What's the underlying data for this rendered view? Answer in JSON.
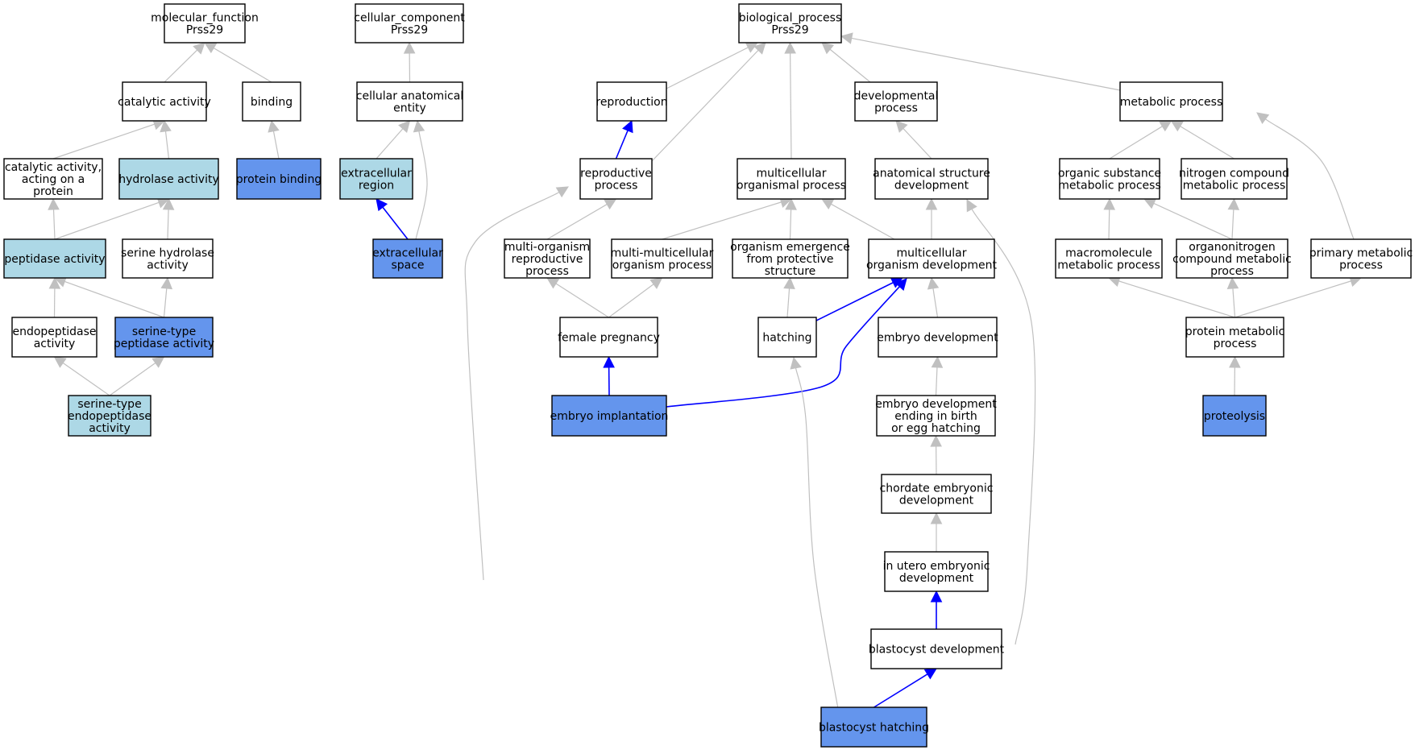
{
  "colors": {
    "plain": "#ffffff",
    "light": "#add8e6",
    "dark": "#6495ed",
    "edge_gray": "#c0c0c0",
    "edge_blue": "#0000ff"
  },
  "nodes": [
    {
      "id": "mf",
      "lines": [
        "molecular_function",
        "Prss29"
      ],
      "fill": "plain"
    },
    {
      "id": "cat",
      "lines": [
        "catalytic activity"
      ],
      "fill": "plain"
    },
    {
      "id": "bind",
      "lines": [
        "binding"
      ],
      "fill": "plain"
    },
    {
      "id": "catp",
      "lines": [
        "catalytic activity,",
        "acting on a",
        "protein"
      ],
      "fill": "plain"
    },
    {
      "id": "hyd",
      "lines": [
        "hydrolase activity"
      ],
      "fill": "light"
    },
    {
      "id": "pbind",
      "lines": [
        "protein binding"
      ],
      "fill": "dark"
    },
    {
      "id": "pept",
      "lines": [
        "peptidase activity"
      ],
      "fill": "light"
    },
    {
      "id": "serh",
      "lines": [
        "serine hydrolase",
        "activity"
      ],
      "fill": "plain"
    },
    {
      "id": "endo",
      "lines": [
        "endopeptidase",
        "activity"
      ],
      "fill": "plain"
    },
    {
      "id": "serp",
      "lines": [
        "serine-type",
        "peptidase activity"
      ],
      "fill": "dark"
    },
    {
      "id": "sere",
      "lines": [
        "serine-type",
        "endopeptidase",
        "activity"
      ],
      "fill": "light"
    },
    {
      "id": "cc",
      "lines": [
        "cellular_component",
        "Prss29"
      ],
      "fill": "plain"
    },
    {
      "id": "cae",
      "lines": [
        "cellular anatomical",
        "entity"
      ],
      "fill": "plain"
    },
    {
      "id": "exr",
      "lines": [
        "extracellular",
        "region"
      ],
      "fill": "light"
    },
    {
      "id": "exs",
      "lines": [
        "extracellular",
        "space"
      ],
      "fill": "dark"
    },
    {
      "id": "bp",
      "lines": [
        "biological_process",
        "Prss29"
      ],
      "fill": "plain"
    },
    {
      "id": "repro",
      "lines": [
        "reproduction"
      ],
      "fill": "plain"
    },
    {
      "id": "devp",
      "lines": [
        "developmental",
        "process"
      ],
      "fill": "plain"
    },
    {
      "id": "met",
      "lines": [
        "metabolic process"
      ],
      "fill": "plain"
    },
    {
      "id": "reprop",
      "lines": [
        "reproductive",
        "process"
      ],
      "fill": "plain"
    },
    {
      "id": "mop",
      "lines": [
        "multicellular",
        "organismal process"
      ],
      "fill": "plain"
    },
    {
      "id": "asd",
      "lines": [
        "anatomical structure",
        "development"
      ],
      "fill": "plain"
    },
    {
      "id": "osmp",
      "lines": [
        "organic substance",
        "metabolic process"
      ],
      "fill": "plain"
    },
    {
      "id": "ncmp",
      "lines": [
        "nitrogen compound",
        "metabolic process"
      ],
      "fill": "plain"
    },
    {
      "id": "morp",
      "lines": [
        "multi-organism",
        "reproductive",
        "process"
      ],
      "fill": "plain"
    },
    {
      "id": "mmop",
      "lines": [
        "multi-multicellular",
        "organism process"
      ],
      "fill": "plain"
    },
    {
      "id": "oe",
      "lines": [
        "organism emergence",
        "from protective",
        "structure"
      ],
      "fill": "plain"
    },
    {
      "id": "mod",
      "lines": [
        "multicellular",
        "organism development"
      ],
      "fill": "plain"
    },
    {
      "id": "mmp",
      "lines": [
        "macromolecule",
        "metabolic process"
      ],
      "fill": "plain"
    },
    {
      "id": "ocmp",
      "lines": [
        "organonitrogen",
        "compound metabolic",
        "process"
      ],
      "fill": "plain"
    },
    {
      "id": "pmp",
      "lines": [
        "primary metabolic",
        "process"
      ],
      "fill": "plain"
    },
    {
      "id": "fp",
      "lines": [
        "female pregnancy"
      ],
      "fill": "plain"
    },
    {
      "id": "hat",
      "lines": [
        "hatching"
      ],
      "fill": "plain"
    },
    {
      "id": "ed",
      "lines": [
        "embryo development"
      ],
      "fill": "plain"
    },
    {
      "id": "prmp",
      "lines": [
        "protein metabolic",
        "process"
      ],
      "fill": "plain"
    },
    {
      "id": "ei",
      "lines": [
        "embryo implantation"
      ],
      "fill": "dark"
    },
    {
      "id": "edb",
      "lines": [
        "embryo development",
        "ending in birth",
        "or egg hatching"
      ],
      "fill": "plain"
    },
    {
      "id": "prot",
      "lines": [
        "proteolysis"
      ],
      "fill": "dark"
    },
    {
      "id": "cedv",
      "lines": [
        "chordate embryonic",
        "development"
      ],
      "fill": "plain"
    },
    {
      "id": "iued",
      "lines": [
        "in utero embryonic",
        "development"
      ],
      "fill": "plain"
    },
    {
      "id": "bd",
      "lines": [
        "blastocyst development"
      ],
      "fill": "plain"
    },
    {
      "id": "bh",
      "lines": [
        "blastocyst hatching"
      ],
      "fill": "dark"
    }
  ],
  "edges": [
    {
      "from": "cat",
      "to": "mf",
      "color": "edge_gray"
    },
    {
      "from": "bind",
      "to": "mf",
      "color": "edge_gray"
    },
    {
      "from": "catp",
      "to": "cat",
      "color": "edge_gray"
    },
    {
      "from": "hyd",
      "to": "cat",
      "color": "edge_gray"
    },
    {
      "from": "pbind",
      "to": "bind",
      "color": "edge_gray"
    },
    {
      "from": "pept",
      "to": "catp",
      "color": "edge_gray"
    },
    {
      "from": "pept",
      "to": "hyd",
      "color": "edge_gray"
    },
    {
      "from": "serh",
      "to": "hyd",
      "color": "edge_gray"
    },
    {
      "from": "endo",
      "to": "pept",
      "color": "edge_gray"
    },
    {
      "from": "serp",
      "to": "pept",
      "color": "edge_gray"
    },
    {
      "from": "serp",
      "to": "serh",
      "color": "edge_gray"
    },
    {
      "from": "sere",
      "to": "endo",
      "color": "edge_gray"
    },
    {
      "from": "sere",
      "to": "serp",
      "color": "edge_gray"
    },
    {
      "from": "cae",
      "to": "cc",
      "color": "edge_gray"
    },
    {
      "from": "exr",
      "to": "cae",
      "color": "edge_gray"
    },
    {
      "from": "exs",
      "to": "cae",
      "color": "edge_gray"
    },
    {
      "from": "exs",
      "to": "exr",
      "color": "edge_blue"
    },
    {
      "from": "repro",
      "to": "bp",
      "color": "edge_gray"
    },
    {
      "from": "reprop",
      "to": "bp",
      "color": "edge_gray"
    },
    {
      "from": "mop",
      "to": "bp",
      "color": "edge_gray"
    },
    {
      "from": "devp",
      "to": "bp",
      "color": "edge_gray"
    },
    {
      "from": "met",
      "to": "bp",
      "color": "edge_gray"
    },
    {
      "from": "reprop",
      "to": "repro",
      "color": "edge_blue"
    },
    {
      "from": "asd",
      "to": "devp",
      "color": "edge_gray"
    },
    {
      "from": "osmp",
      "to": "met",
      "color": "edge_gray"
    },
    {
      "from": "ncmp",
      "to": "met",
      "color": "edge_gray"
    },
    {
      "from": "pmp",
      "to": "met",
      "color": "edge_gray"
    },
    {
      "from": "morp",
      "to": "reprop",
      "color": "edge_gray"
    },
    {
      "from": "ei",
      "to": "reprop",
      "color": "edge_gray"
    },
    {
      "from": "mmop",
      "to": "mop",
      "color": "edge_gray"
    },
    {
      "from": "oe",
      "to": "mop",
      "color": "edge_gray"
    },
    {
      "from": "mod",
      "to": "mop",
      "color": "edge_gray"
    },
    {
      "from": "mod",
      "to": "asd",
      "color": "edge_gray"
    },
    {
      "from": "bd",
      "to": "asd",
      "color": "edge_gray"
    },
    {
      "from": "mmp",
      "to": "osmp",
      "color": "edge_gray"
    },
    {
      "from": "ocmp",
      "to": "osmp",
      "color": "edge_gray"
    },
    {
      "from": "ocmp",
      "to": "ncmp",
      "color": "edge_gray"
    },
    {
      "from": "fp",
      "to": "morp",
      "color": "edge_gray"
    },
    {
      "from": "fp",
      "to": "mmop",
      "color": "edge_gray"
    },
    {
      "from": "hat",
      "to": "oe",
      "color": "edge_gray"
    },
    {
      "from": "hat",
      "to": "mod",
      "color": "edge_blue"
    },
    {
      "from": "ei",
      "to": "mod",
      "color": "edge_blue"
    },
    {
      "from": "ed",
      "to": "mod",
      "color": "edge_gray"
    },
    {
      "from": "prmp",
      "to": "mmp",
      "color": "edge_gray"
    },
    {
      "from": "prmp",
      "to": "ocmp",
      "color": "edge_gray"
    },
    {
      "from": "prmp",
      "to": "pmp",
      "color": "edge_gray"
    },
    {
      "from": "ei",
      "to": "fp",
      "color": "edge_blue"
    },
    {
      "from": "bh",
      "to": "hat",
      "color": "edge_gray"
    },
    {
      "from": "edb",
      "to": "ed",
      "color": "edge_gray"
    },
    {
      "from": "prot",
      "to": "prmp",
      "color": "edge_gray"
    },
    {
      "from": "cedv",
      "to": "edb",
      "color": "edge_gray"
    },
    {
      "from": "iued",
      "to": "cedv",
      "color": "edge_gray"
    },
    {
      "from": "bd",
      "to": "iued",
      "color": "edge_blue"
    },
    {
      "from": "bh",
      "to": "bd",
      "color": "edge_blue"
    }
  ]
}
